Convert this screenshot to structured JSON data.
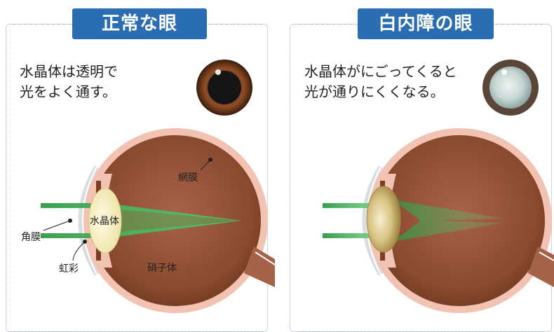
{
  "panels": [
    {
      "title": "正常な眼",
      "caption_line1": "水晶体は透明で",
      "caption_line2": "光をよく通す。",
      "labels": {
        "retina": "網膜",
        "lens": "水晶体",
        "cornea": "角膜",
        "vitreous": "硝子体",
        "iris": "虹彩"
      }
    },
    {
      "title": "白内障の眼",
      "caption_line1": "水晶体がにごってくると",
      "caption_line2": "光が通りにくくなる。"
    }
  ],
  "colors": {
    "title_badge": "#2b6db3",
    "panel_border": "#9aa6b6",
    "eyeball": "#8a4a2e",
    "sclera_pink": "#f2c3b2",
    "light_beam": "#3faa55",
    "clear_lens": "#f6efc8",
    "cloudy_lens": "#c9b071",
    "clear_pupil": "#151515",
    "cloudy_pupil": "#c7d7d4"
  }
}
